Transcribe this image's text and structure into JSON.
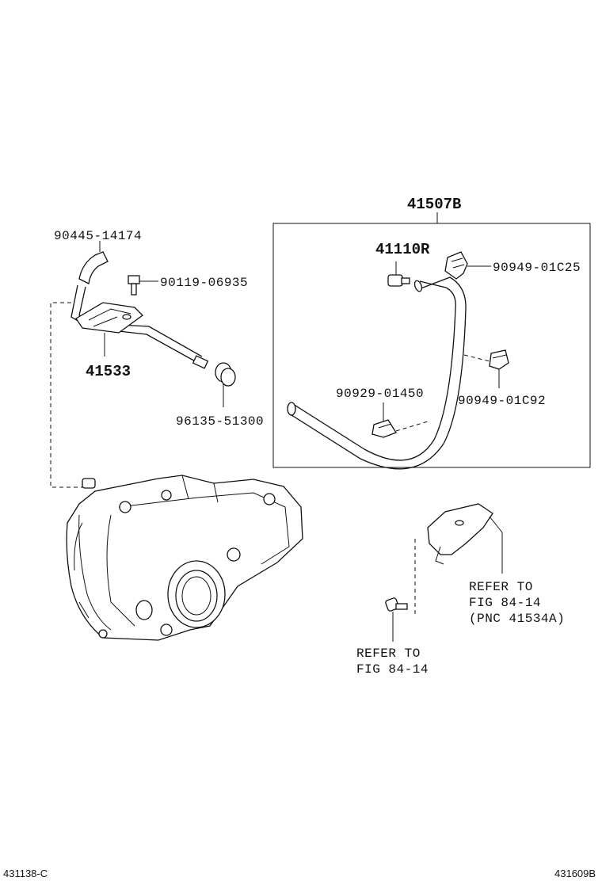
{
  "labels": {
    "p41507b": "41507B",
    "p41110r": "41110R",
    "p90949_01c25": "90949-01C25",
    "p90949_01c92": "90949-01C92",
    "p90929_01450": "90929-01450",
    "p90445_14174": "90445-14174",
    "p90119_06935": "90119-06935",
    "p41533": "41533",
    "p96135_51300": "96135-51300",
    "refer_right_1": "REFER TO",
    "refer_right_2": "FIG 84-14",
    "refer_right_3": "(PNC 41534A)",
    "refer_bottom_1": "REFER TO",
    "refer_bottom_2": "FIG 84-14"
  },
  "corners": {
    "left": "431138-C",
    "right": "431609B"
  }
}
